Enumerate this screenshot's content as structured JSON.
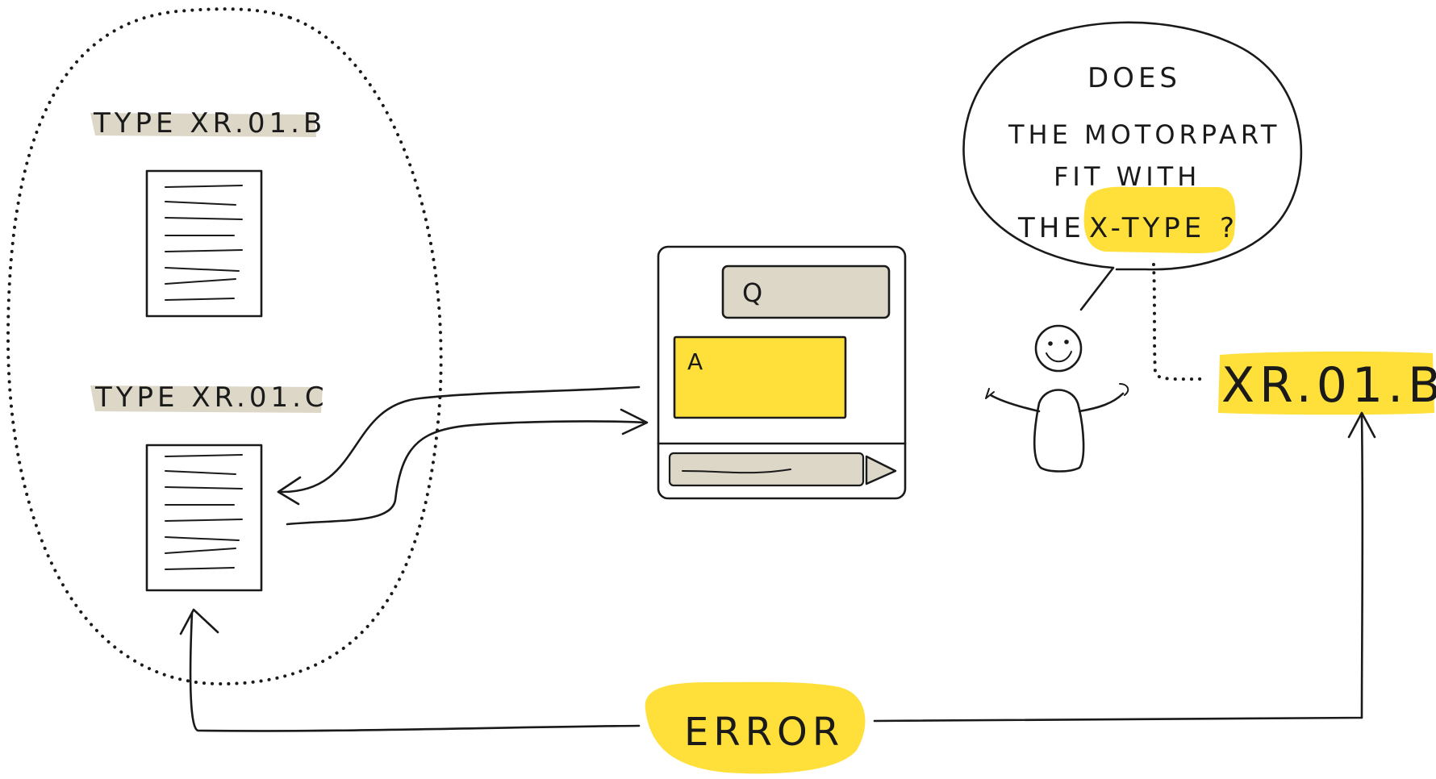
{
  "labels": {
    "type_b": "TYPE XR.01.B",
    "type_c": "TYPE XR.01.C",
    "query": "Q",
    "answer": "A",
    "bubble_line1": "DOES",
    "bubble_line2": "THE MOTORPART",
    "bubble_line3": "FIT WITH",
    "bubble_line4_prefix": "THE",
    "bubble_highlight": "X-TYPE",
    "bubble_question_mark": "?",
    "result": "XR.01.B",
    "error": "ERROR"
  },
  "colors": {
    "highlight_yellow": "#FFE03A",
    "label_beige": "#DDD7C8",
    "ink": "#1a1a1a"
  },
  "icons": {
    "send": "send-triangle-icon",
    "user": "smiley-person-icon",
    "document": "document-icon"
  }
}
